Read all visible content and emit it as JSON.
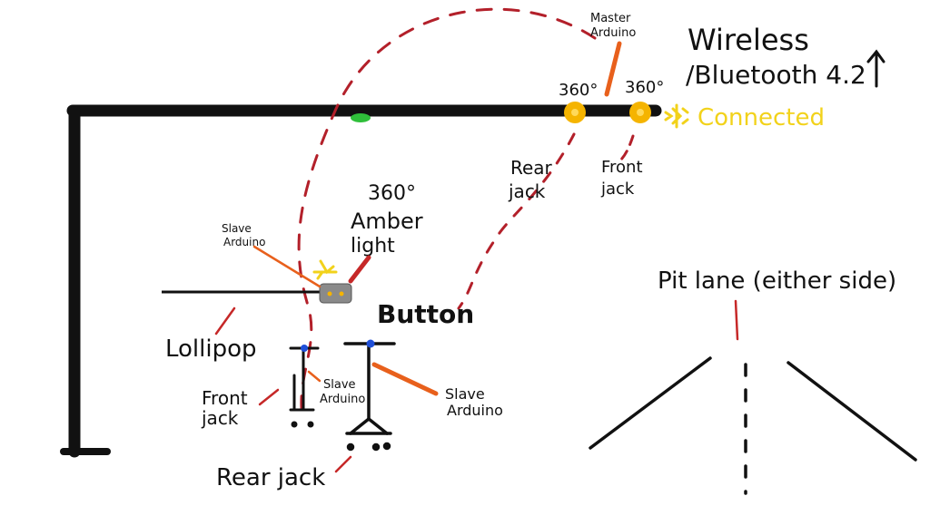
{
  "labels": {
    "wireless": "Wireless",
    "bluetooth": "/Bluetooth 4.2",
    "master_arduino": "Master Arduino",
    "deg_360_left": "360°",
    "deg_360_right": "360°",
    "connected": "Connected",
    "rear_jack_top": "Rear jack",
    "front_jack_top": "Front jack",
    "amber_360": "360°",
    "amber_light": "Amber light",
    "slave_arduino_lollipop": "Slave Arduino",
    "lollipop": "Lollipop",
    "button": "Button",
    "front_jack_bottom": "Front jack",
    "slave_arduino_front": "Slave Arduino",
    "slave_arduino_rear": "Slave Arduino",
    "rear_jack_bottom": "Rear jack",
    "pit_lane": "Pit lane (either side)"
  },
  "colors": {
    "ink": "#111111",
    "dashed_link": "#b3202a",
    "leader_red": "#c62828",
    "leader_orange": "#e8601c",
    "amber": "#f5b400",
    "connected_yellow": "#f2d21b",
    "device_grey": "#8a8a8a",
    "button_blue": "#1f4fd8",
    "green_led": "#2fbf3a"
  },
  "icons": {
    "connected": "bluetooth-connected-icon",
    "up_arrow": "up-arrow-icon"
  }
}
